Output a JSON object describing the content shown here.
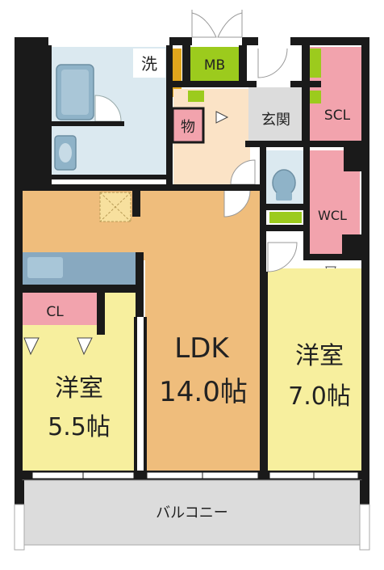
{
  "rooms": {
    "wash": "洗",
    "mb": "MB",
    "storage": "物",
    "entrance": "玄関",
    "scl": "SCL",
    "wcl": "WCL",
    "cl": "CL",
    "ldk_name": "LDK",
    "ldk_size": "14.0帖",
    "west_name": "洋室",
    "west_size": "5.5帖",
    "east_name": "洋室",
    "east_size": "7.0帖",
    "balcony": "バルコニー"
  },
  "colors": {
    "wall": "#1a1a1a",
    "ldk": "#efbd7c",
    "bedroom": "#f7ef9e",
    "closet": "#f2a3ad",
    "wet_area": "#dbe9f0",
    "fixture": "#8fb3c8",
    "entrance": "#dcdcdc",
    "hall": "#fbe3c6",
    "green": "#9ccb1d",
    "mb_orange": "#e0a51c",
    "balcony": "#dcdcdc",
    "kitchen_counter": "#88a9c0"
  }
}
